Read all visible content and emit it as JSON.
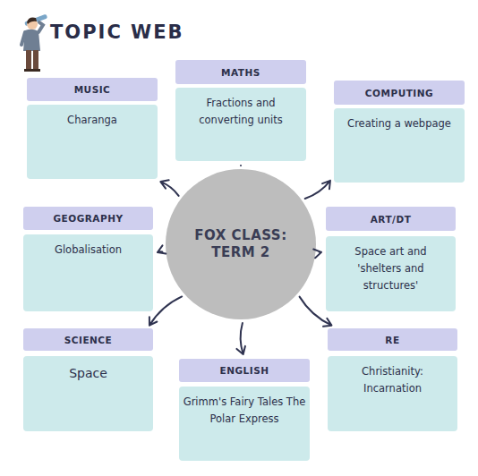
{
  "diagram": {
    "title": "TOPIC WEB",
    "nodes": [
      {
        "text": [
          "MUSIC",
          "Charanga"
        ]
      },
      {
        "text": [
          "MATHS",
          "Fractions and converting units"
        ]
      },
      {
        "text": [
          "COMPUTING",
          "Creating a webpage"
        ]
      },
      {
        "text": [
          "GEOGRAPHY",
          "Globalisation"
        ]
      },
      {
        "text": [
          "FOX CLASS: TERM 2"
        ]
      },
      {
        "text": [
          "ART/DT",
          "Space art and 'shelters and structures'"
        ]
      },
      {
        "text": [
          "SCIENCE",
          "Space"
        ]
      },
      {
        "text": [
          "ENGLISH",
          "Grimm's Fairy Tales The Polar Express"
        ]
      },
      {
        "text": [
          "RE",
          "Christianity: Incarnation"
        ]
      }
    ],
    "edges": [
      {
        "from": 4,
        "to": 0,
        "arrow": "to"
      },
      {
        "from": 4,
        "to": 1,
        "arrow": "to"
      },
      {
        "from": 4,
        "to": 2,
        "arrow": "to"
      },
      {
        "from": 4,
        "to": 3,
        "arrow": "to"
      },
      {
        "from": 4,
        "to": 5,
        "arrow": "to"
      },
      {
        "from": 4,
        "to": 6,
        "arrow": "to"
      },
      {
        "from": 4,
        "to": 7,
        "arrow": "to"
      },
      {
        "from": 4,
        "to": 8,
        "arrow": "to"
      }
    ]
  }
}
